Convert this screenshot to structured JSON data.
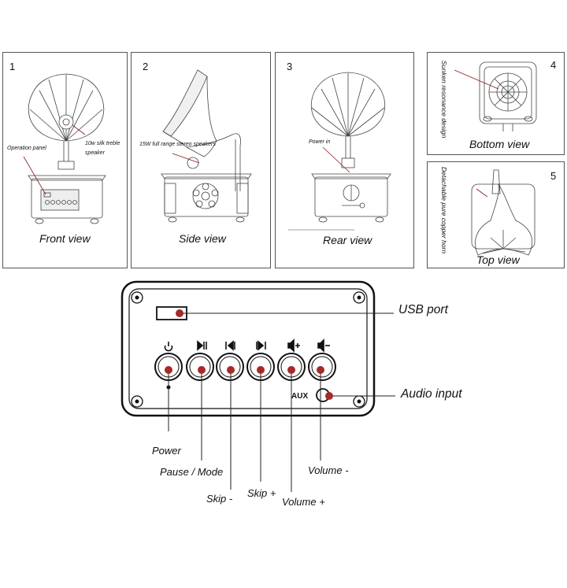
{
  "panels": [
    {
      "number": "1",
      "view": "Front view",
      "callouts": [
        "Operation panel",
        "10w silk treble",
        "speaker"
      ]
    },
    {
      "number": "2",
      "view": "Side view",
      "callouts": [
        "15W full range stereo speakers"
      ]
    },
    {
      "number": "3",
      "view": "Rear view",
      "callouts": [
        "Power in"
      ]
    },
    {
      "number": "4",
      "view": "Bottom view",
      "callouts": [
        "Sunken resonance design"
      ]
    },
    {
      "number": "5",
      "view": "Top view",
      "callouts": [
        "Detachable pure copper horn"
      ]
    }
  ],
  "control_panel": {
    "aux_text": "AUX",
    "labels": {
      "usb": "USB port",
      "audio": "Audio input",
      "power": "Power",
      "pause": "Pause / Mode",
      "skip_minus": "Skip -",
      "skip_plus": "Skip +",
      "vol_plus": "Volume +",
      "vol_minus": "Volume -"
    }
  },
  "colors": {
    "marker": "#a52a2a",
    "line": "#222222",
    "leader": "#8b1a1a"
  }
}
